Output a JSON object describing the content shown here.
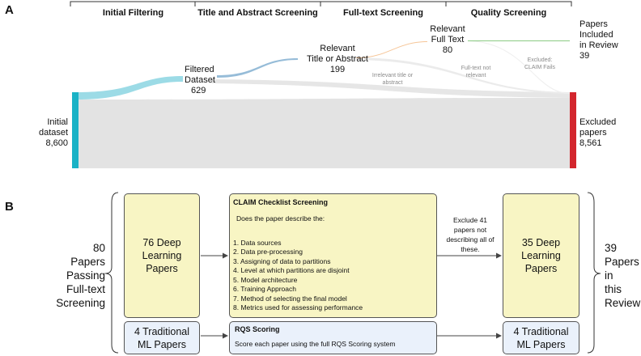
{
  "panel_a": {
    "letter": "A",
    "stages": [
      "Initial Filtering",
      "Title and Abstract Screening",
      "Full-text Screening",
      "Quality Screening"
    ],
    "nodes": {
      "initial": {
        "label_line1": "Initial",
        "label_line2": "dataset",
        "count": "8,600"
      },
      "filtered": {
        "label_line1": "Filtered",
        "label_line2": "Dataset",
        "count": "629"
      },
      "relevant_ta": {
        "label_line1": "Relevant",
        "label_line2": "Title or Abstract",
        "count": "199"
      },
      "relevant_ft": {
        "label_line1": "Relevant",
        "label_line2": "Full Text",
        "count": "80"
      },
      "included": {
        "label_line1": "Papers",
        "label_line2": "Included",
        "label_line3": "in Review",
        "count": "39"
      },
      "excluded": {
        "label_line1": "Excluded",
        "label_line2": "papers",
        "count": "8,561"
      }
    },
    "flow_labels": {
      "irrelevant_ta_line1": "Irrelevant title or",
      "irrelevant_ta_line2": "abstract",
      "ft_not_relevant_line1": "Full-text not",
      "ft_not_relevant_line2": "relevant",
      "claim_fails_line1": "Excluded:",
      "claim_fails_line2": "CLAIM Fails"
    },
    "colors": {
      "initial": "#1fb0c6",
      "filtered": "#8ed5e2",
      "relevant_ta": "#8db3d1",
      "relevant_ft": "#f6c28a",
      "included": "#7cc576",
      "excluded": "#d9262c",
      "gray_flow": "#e2e2e2"
    }
  },
  "panel_b": {
    "letter": "B",
    "left_side": {
      "line1": "80",
      "line2": "Papers",
      "line3": "Passing",
      "line4": "Full-text",
      "line5": "Screening"
    },
    "right_side": {
      "line1": "39",
      "line2": "Papers",
      "line3": "in",
      "line4": "this",
      "line5": "Review"
    },
    "dl_input": {
      "line1": "76 Deep",
      "line2": "Learning",
      "line3": "Papers"
    },
    "ml_input": {
      "line1": "4 Traditional",
      "line2": "ML Papers"
    },
    "claim": {
      "title": "CLAIM  Checklist Screening",
      "question": "Does the paper describe the:",
      "criteria": [
        "1.  Data sources",
        "2.  Data pre-processing",
        "3.  Assigning of data to partitions",
        "4.  Level at which partitions are disjoint",
        "5.  Model architecture",
        "6.  Training Approach",
        "7.  Method of selecting the final model",
        "8.  Metrics used for assessing performance"
      ]
    },
    "rqs": {
      "title": "RQS Scoring",
      "text": "Score each paper using the full RQS Scoring system"
    },
    "exclude_note": {
      "line1": "Exclude 41",
      "line2": "papers not",
      "line3": "describing all of",
      "line4": "these."
    },
    "dl_output": {
      "line1": "35 Deep",
      "line2": "Learning",
      "line3": "Papers"
    },
    "ml_output": {
      "line1": "4 Traditional",
      "line2": "ML Papers"
    }
  }
}
